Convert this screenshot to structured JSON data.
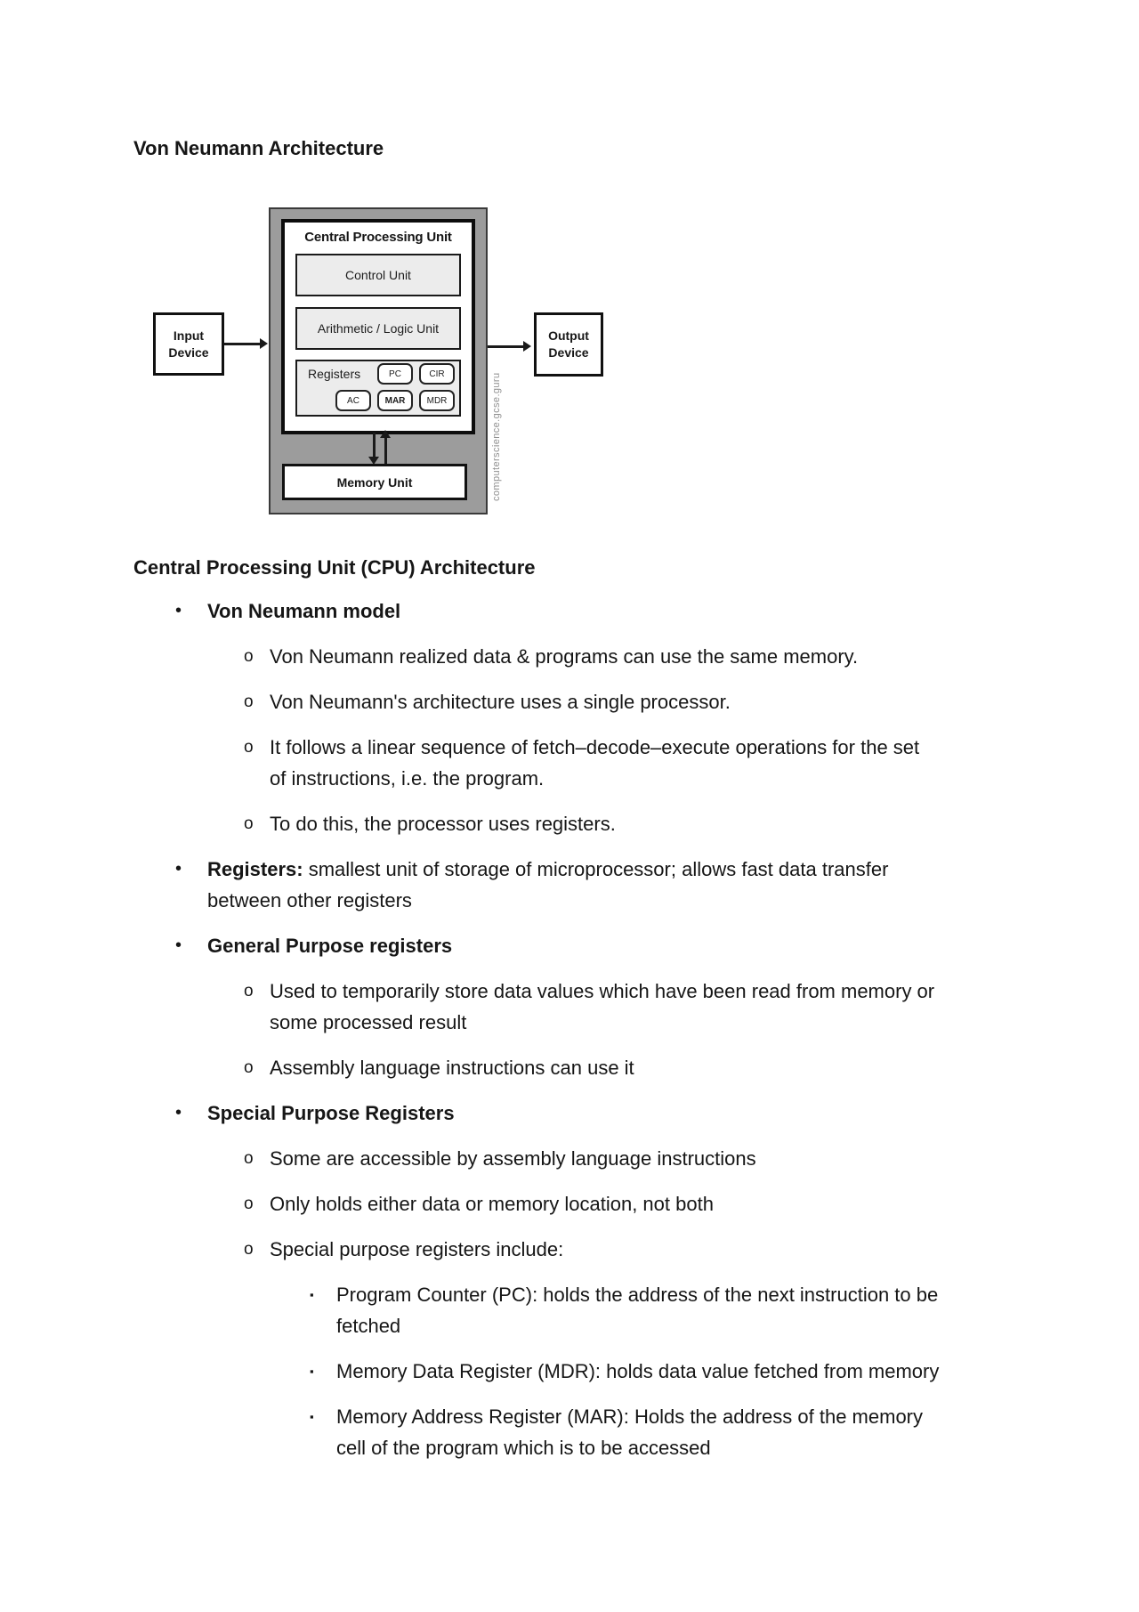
{
  "document": {
    "title": "Von Neumann Architecture",
    "section_heading": "Central Processing Unit (CPU) Architecture"
  },
  "diagram": {
    "cpu_title": "Central Processing Unit",
    "control_unit_label": "Control Unit",
    "alu_label": "Arithmetic / Logic Unit",
    "registers_label": "Registers",
    "registers": {
      "pc": "PC",
      "cir": "CIR",
      "ac": "AC",
      "mar": "MAR",
      "mdr": "MDR"
    },
    "input_device_label": "Input\nDevice",
    "output_device_label": "Output\nDevice",
    "memory_unit_label": "Memory Unit",
    "watermark": "computerscience.gcse.guru",
    "colors": {
      "frame_gray": "#9c9c9c",
      "box_fill_light": "#ececec",
      "border_black": "#111111",
      "watermark_gray": "#8f8f8f"
    }
  },
  "list": {
    "items": [
      {
        "level": 1,
        "marker": "•",
        "bold": "Von Neumann model",
        "text": ""
      },
      {
        "level": 2,
        "marker": "o",
        "bold": "",
        "text": "Von Neumann realized data & programs can use the same memory."
      },
      {
        "level": 2,
        "marker": "o",
        "bold": "",
        "text": "Von Neumann's architecture uses a single processor."
      },
      {
        "level": 2,
        "marker": "o",
        "bold": "",
        "text": "It follows a linear sequence of fetch–decode–execute operations for the set\nof instructions, i.e. the program."
      },
      {
        "level": 2,
        "marker": "o",
        "bold": "",
        "text": "To do this, the processor uses registers."
      },
      {
        "level": 1,
        "marker": "•",
        "bold": "Registers:",
        "text": " smallest unit of storage of microprocessor; allows fast data transfer\nbetween other registers"
      },
      {
        "level": 1,
        "marker": "•",
        "bold": "General Purpose registers",
        "text": ""
      },
      {
        "level": 2,
        "marker": "o",
        "bold": "",
        "text": "Used to temporarily store data values which have been read from memory or\nsome processed result"
      },
      {
        "level": 2,
        "marker": "o",
        "bold": "",
        "text": "Assembly language instructions can use it"
      },
      {
        "level": 1,
        "marker": "•",
        "bold": "Special Purpose Registers",
        "text": ""
      },
      {
        "level": 2,
        "marker": "o",
        "bold": "",
        "text": "Some are accessible by assembly language instructions"
      },
      {
        "level": 2,
        "marker": "o",
        "bold": "",
        "text": "Only holds either data or memory location, not both"
      },
      {
        "level": 2,
        "marker": "o",
        "bold": "",
        "text": "Special purpose registers include:"
      },
      {
        "level": 3,
        "marker": "▪",
        "bold": "",
        "text": "Program Counter (PC): holds the address of the next instruction to be\nfetched"
      },
      {
        "level": 3,
        "marker": "▪",
        "bold": "",
        "text": "Memory Data Register (MDR): holds data value fetched from memory"
      },
      {
        "level": 3,
        "marker": "▪",
        "bold": "",
        "text": "Memory Address Register (MAR): Holds the address of the memory\ncell of the program which is to be accessed"
      }
    ]
  }
}
